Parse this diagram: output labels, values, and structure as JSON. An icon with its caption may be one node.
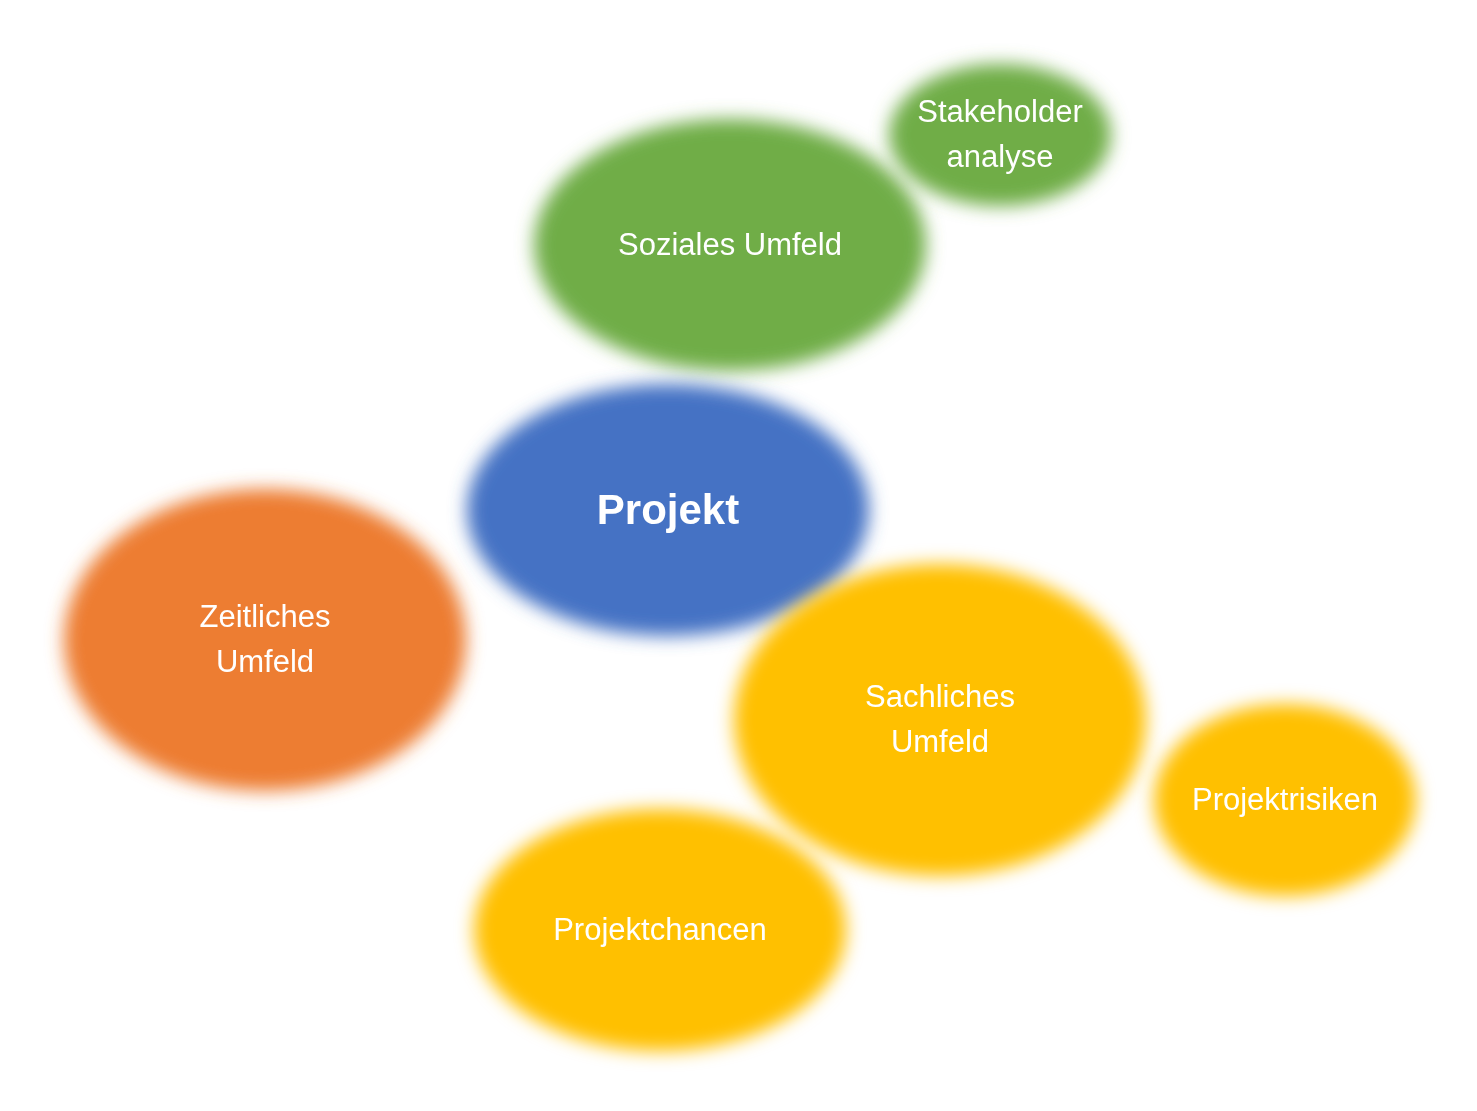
{
  "diagram": {
    "nodes": [
      {
        "text": [
          "Stakeholder analyse"
        ]
      },
      {
        "text": [
          "Soziales Umfeld"
        ]
      },
      {
        "text": [
          "Projekt"
        ]
      },
      {
        "text": [
          "Zeitliches Umfeld"
        ]
      },
      {
        "text": [
          "Sachliches Umfeld"
        ]
      },
      {
        "text": [
          "Projektrisiken"
        ]
      },
      {
        "text": [
          "Projektchancen"
        ]
      }
    ]
  }
}
